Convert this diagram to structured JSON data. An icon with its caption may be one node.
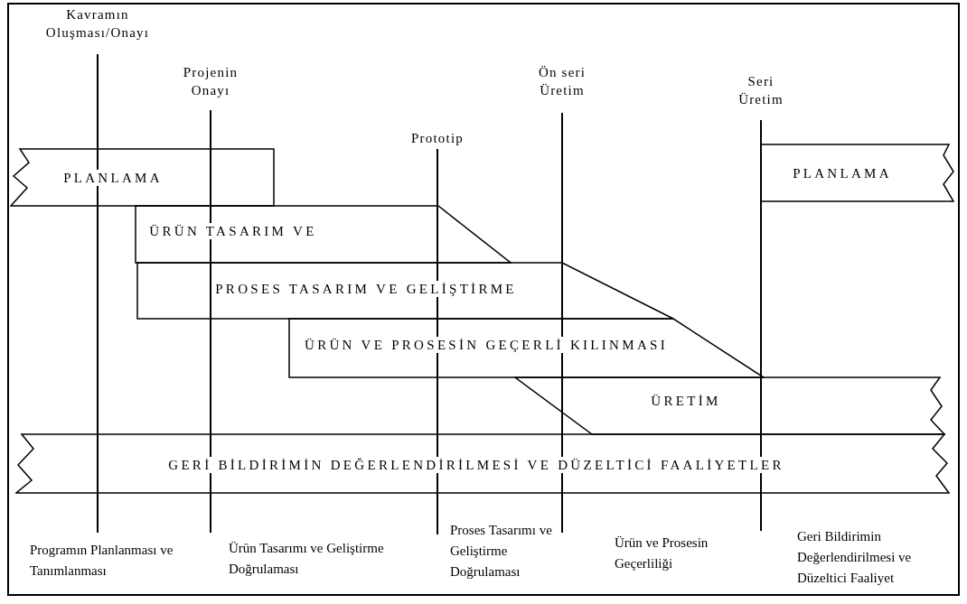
{
  "diagram": {
    "nodes": [
      {
        "text": [
          "Kavramın Oluşması/Onayı"
        ]
      },
      {
        "text": [
          "Projenin Onayı"
        ]
      },
      {
        "text": [
          "Prototip"
        ]
      },
      {
        "text": [
          "Ön seri Üretim"
        ]
      },
      {
        "text": [
          "Seri Üretim"
        ]
      },
      {
        "text": [
          "PLANLAMA"
        ]
      },
      {
        "text": [
          "PLANLAMA"
        ]
      },
      {
        "text": [
          "ÜRÜN TASARIM VE"
        ]
      },
      {
        "text": [
          "PROSES TASARIM VE GELİŞTİRME"
        ]
      },
      {
        "text": [
          "ÜRÜN VE PROSESİN GEÇERLİ KILINMASI"
        ]
      },
      {
        "text": [
          "ÜRETİM"
        ]
      },
      {
        "text": [
          "GERİ BİLDİRİMİN DEĞERLENDİRİLMESİ VE DÜZELTİCİ FAALİYETLER"
        ]
      }
    ],
    "edges": [
      {
        "from": 0,
        "to": null,
        "arrow": "none"
      },
      {
        "from": 1,
        "to": null,
        "arrow": "none"
      },
      {
        "from": 2,
        "to": null,
        "arrow": "none"
      },
      {
        "from": 3,
        "to": null,
        "arrow": "none"
      },
      {
        "from": 4,
        "to": null,
        "arrow": "none"
      }
    ],
    "labels": [
      "Programın Planlanması ve Tanımlanması",
      "Ürün Tasarımı ve Geliştirme Doğrulaması",
      "Proses Tasarımı ve Geliştirme Doğrulaması",
      "Ürün ve Prosesin Geçerliliği",
      "Geri Bildirimin Değerlendirilmesi ve Düzeltici Faaliyet"
    ]
  }
}
